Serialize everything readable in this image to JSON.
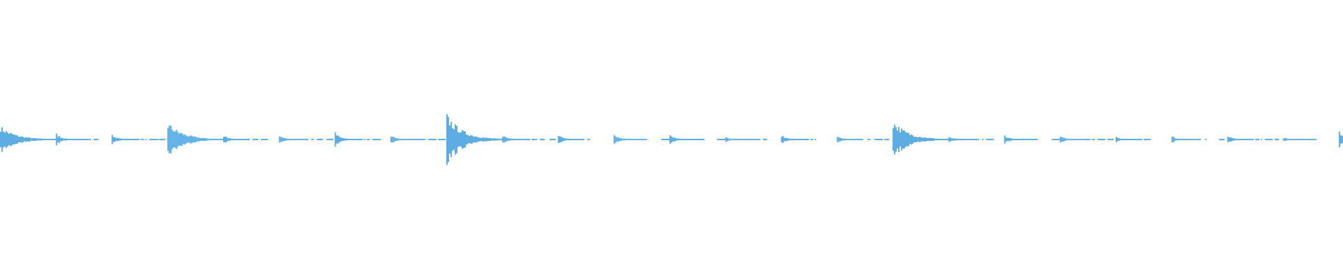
{
  "chart_data": {
    "type": "area",
    "title": "",
    "xlabel": "",
    "ylabel": "",
    "ylim": [
      -1,
      1
    ],
    "grid": false,
    "legend": "none",
    "color": "#5dade2",
    "background": "#ffffff",
    "onset_count": 25,
    "onset_peak_amplitudes": [
      0.1,
      0.045,
      0.035,
      0.125,
      0.03,
      0.03,
      0.055,
      0.03,
      0.19,
      0.03,
      0.035,
      0.04,
      0.035,
      0.02,
      0.035,
      0.025,
      0.14,
      0.025,
      0.03,
      0.025,
      0.02,
      0.025,
      0.025,
      0.015,
      0.06
    ]
  }
}
